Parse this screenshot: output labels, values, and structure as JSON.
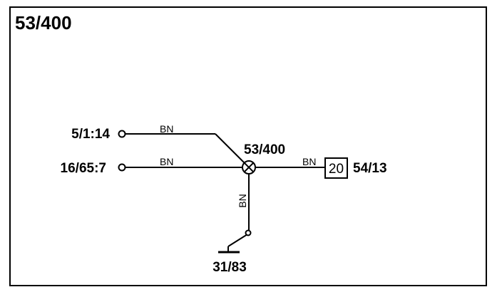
{
  "diagram": {
    "title": "53/400",
    "connectors": {
      "top_left": "5/1:14",
      "mid_left": "16/65:7",
      "splice": "53/400",
      "right": "54/13",
      "ground": "31/83"
    },
    "wire_colors": {
      "top": "BN",
      "mid_left": "BN",
      "right": "BN",
      "vertical": "BN"
    },
    "component_box": "20"
  }
}
